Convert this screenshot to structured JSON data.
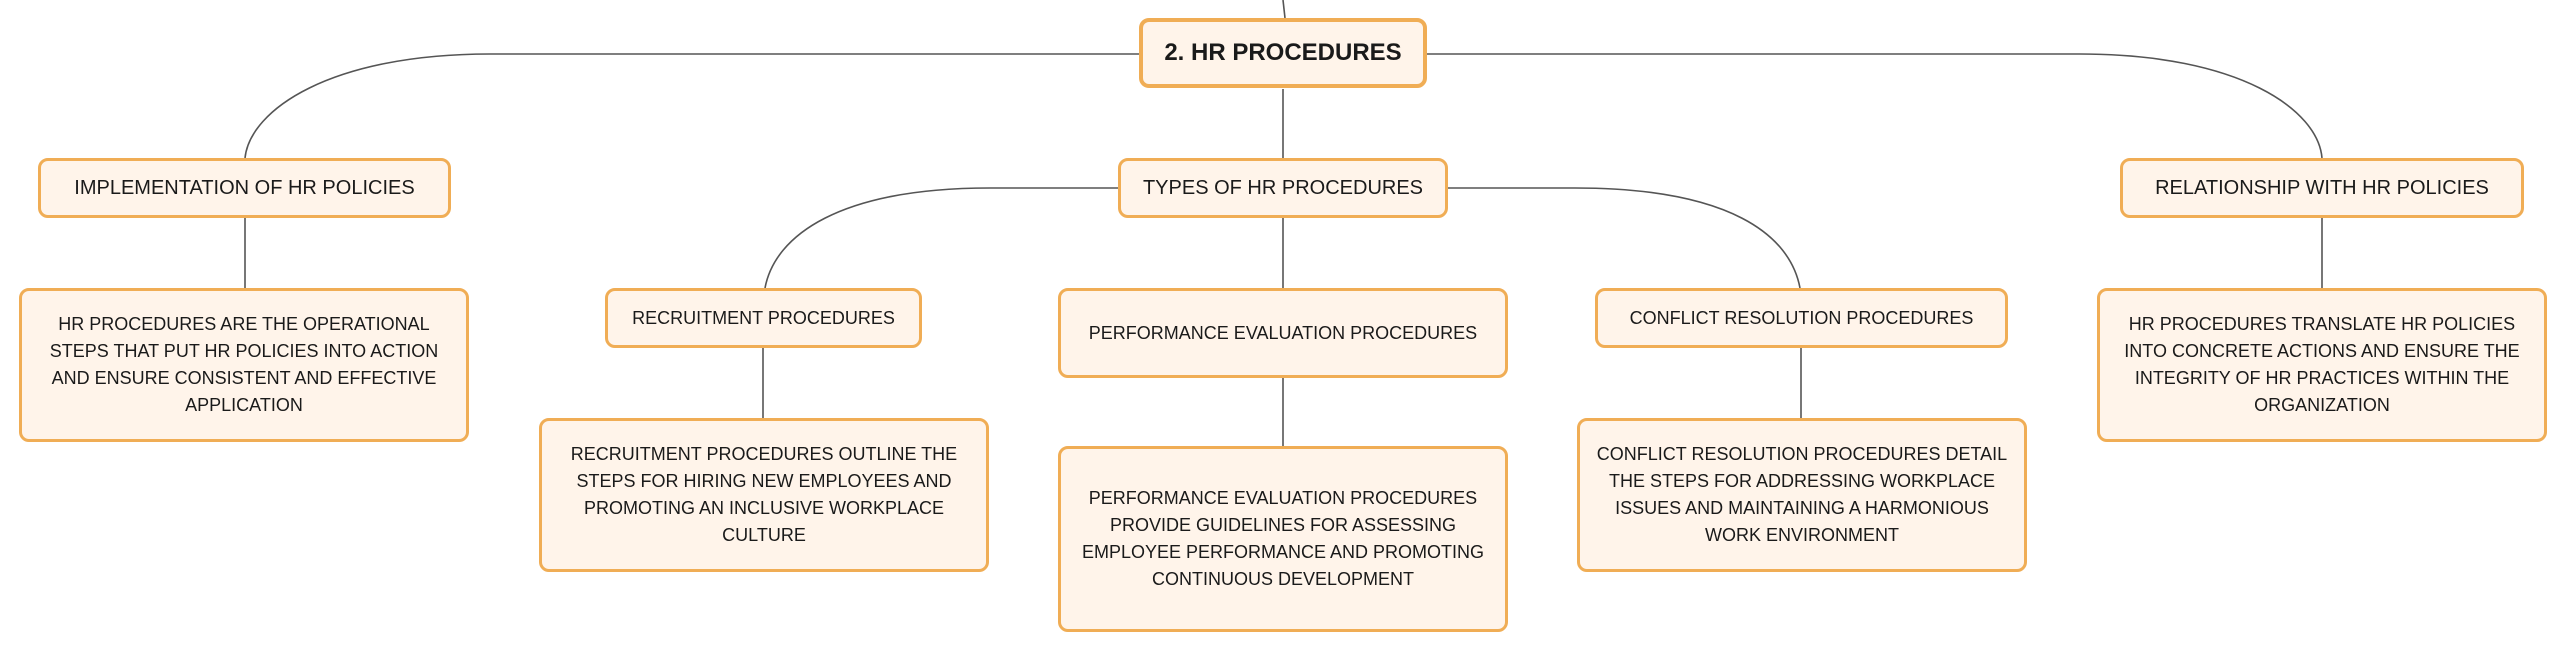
{
  "colors": {
    "node_fill": "#fff4ea",
    "node_border": "#f0ad55",
    "connector": "#555555",
    "text": "#1a1a1a"
  },
  "root": {
    "label": "2. HR PROCEDURES"
  },
  "branches": {
    "implementation": {
      "label": "IMPLEMENTATION OF HR POLICIES",
      "description": "HR PROCEDURES ARE THE OPERATIONAL STEPS THAT PUT HR POLICIES INTO ACTION AND ENSURE CONSISTENT AND EFFECTIVE APPLICATION"
    },
    "types": {
      "label": "TYPES OF HR PROCEDURES",
      "children": {
        "recruitment": {
          "label": "RECRUITMENT PROCEDURES",
          "description": "RECRUITMENT PROCEDURES OUTLINE THE STEPS FOR HIRING NEW EMPLOYEES AND PROMOTING AN INCLUSIVE WORKPLACE CULTURE"
        },
        "performance": {
          "label": "PERFORMANCE EVALUATION PROCEDURES",
          "description": "PERFORMANCE EVALUATION PROCEDURES PROVIDE GUIDELINES FOR ASSESSING EMPLOYEE PERFORMANCE AND PROMOTING CONTINUOUS DEVELOPMENT"
        },
        "conflict": {
          "label": "CONFLICT RESOLUTION PROCEDURES",
          "description": "CONFLICT RESOLUTION PROCEDURES DETAIL THE STEPS FOR ADDRESSING WORKPLACE ISSUES AND MAINTAINING A HARMONIOUS WORK ENVIRONMENT"
        }
      }
    },
    "relationship": {
      "label": "RELATIONSHIP WITH HR POLICIES",
      "description": "HR PROCEDURES TRANSLATE HR POLICIES INTO CONCRETE ACTIONS AND ENSURE THE INTEGRITY OF HR PRACTICES WITHIN THE ORGANIZATION"
    }
  }
}
